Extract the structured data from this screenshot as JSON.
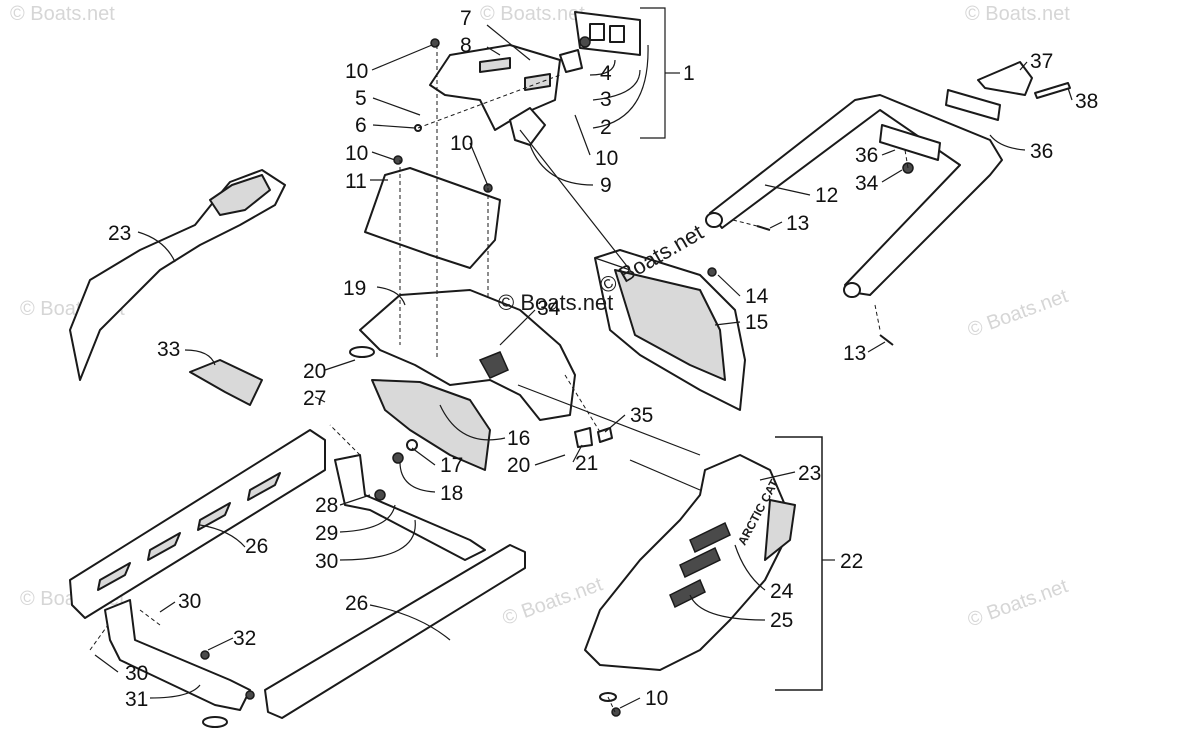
{
  "watermark": "© Boats.net",
  "inline_watermark": "© Boats.net",
  "side_panel_logo": "ARCTIC CAT",
  "callouts": {
    "c1": "1",
    "c2": "2",
    "c3": "3",
    "c4": "4",
    "c5": "5",
    "c6": "6",
    "c7": "7",
    "c8": "8",
    "c9": "9",
    "c10a": "10",
    "c10b": "10",
    "c10c": "10",
    "c10d": "10",
    "c10e": "10",
    "c11": "11",
    "c12": "12",
    "c13a": "13",
    "c13b": "13",
    "c14": "14",
    "c15": "15",
    "c16": "16",
    "c17": "17",
    "c18": "18",
    "c19": "19",
    "c20a": "20",
    "c20b": "20",
    "c21": "21",
    "c22": "22",
    "c23a": "23",
    "c23b": "23",
    "c24": "24",
    "c25": "25",
    "c26a": "26",
    "c26b": "26",
    "c27": "27",
    "c28": "28",
    "c29": "29",
    "c30a": "30",
    "c30b": "30",
    "c30c": "30",
    "c31": "31",
    "c32": "32",
    "c33": "33",
    "c34a": "34",
    "c34b": "34",
    "c35": "35",
    "c36a": "36",
    "c36b": "36",
    "c37": "37",
    "c38": "38"
  }
}
